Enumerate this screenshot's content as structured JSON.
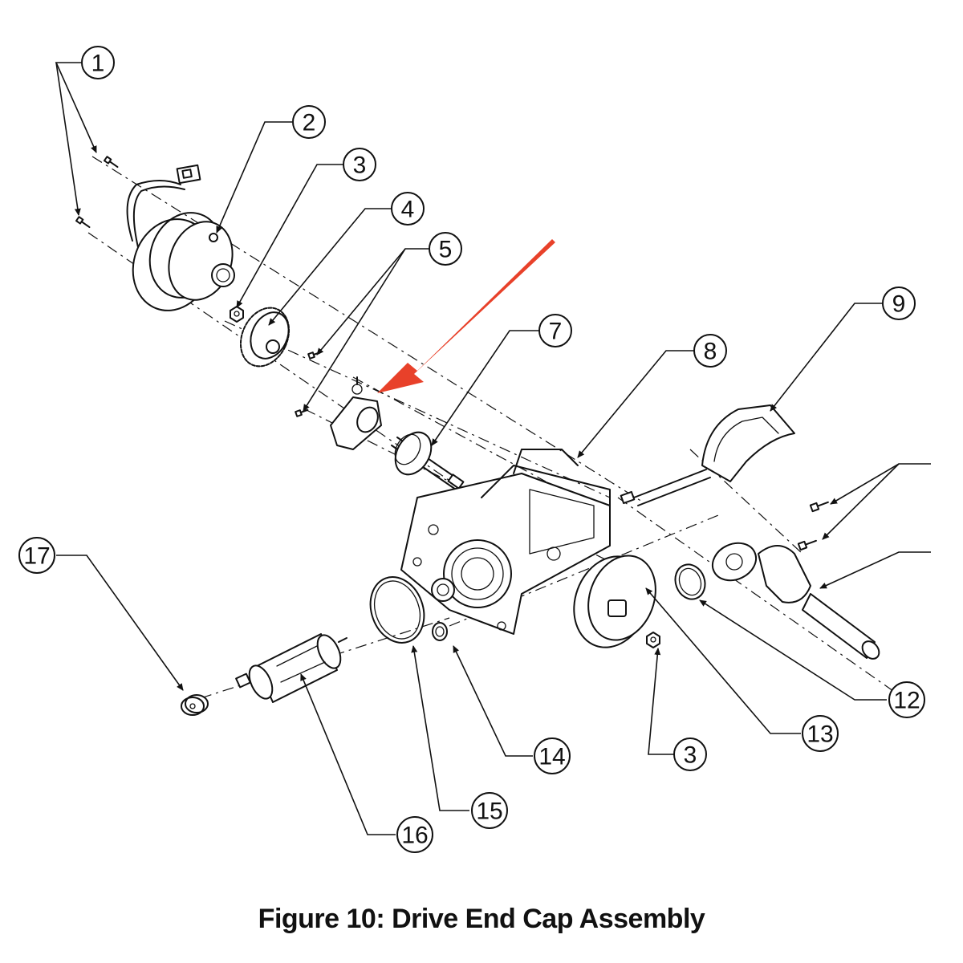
{
  "caption": "Figure 10: Drive End Cap Assembly",
  "colors": {
    "line": "#111111",
    "highlight_arrow": "#e8412a",
    "background": "#ffffff"
  },
  "callouts": [
    {
      "id": "c1",
      "label": "1"
    },
    {
      "id": "c2",
      "label": "2"
    },
    {
      "id": "c3a",
      "label": "3"
    },
    {
      "id": "c4",
      "label": "4"
    },
    {
      "id": "c5",
      "label": "5"
    },
    {
      "id": "c7",
      "label": "7"
    },
    {
      "id": "c8",
      "label": "8"
    },
    {
      "id": "c9",
      "label": "9"
    },
    {
      "id": "c12",
      "label": "12"
    },
    {
      "id": "c13",
      "label": "13"
    },
    {
      "id": "c3b",
      "label": "3"
    },
    {
      "id": "c14",
      "label": "14"
    },
    {
      "id": "c15",
      "label": "15"
    },
    {
      "id": "c16",
      "label": "16"
    },
    {
      "id": "c17",
      "label": "17"
    }
  ]
}
